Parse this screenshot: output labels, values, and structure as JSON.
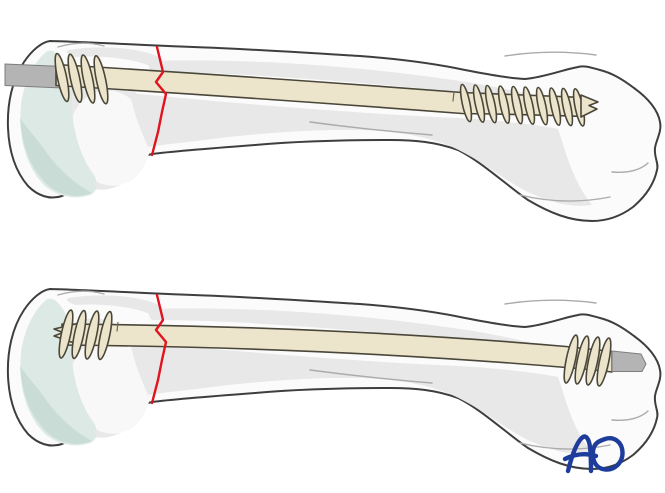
{
  "figure": {
    "type": "medical-illustration",
    "subject": "Long bone with headless intramedullary compression screw crossing a transverse neck fracture, shown with two insertion directions",
    "panels": [
      {
        "position": "top",
        "screw_entry": "left",
        "screw_tip": "right",
        "fracture_marker": "red zigzag line near left head"
      },
      {
        "position": "bottom",
        "screw_entry": "right",
        "screw_tip": "left",
        "fracture_marker": "red zigzag line near left head"
      }
    ]
  },
  "logo": {
    "text": "AO"
  },
  "colors": {
    "background": "#ffffff",
    "boneFill": "#fbfbfb",
    "boneOutline": "#3e3e3e",
    "boneShading": "#e8e8e8",
    "boneDetailStroke": "#ababab",
    "cartilageLight": "#dce9e5",
    "cartilageDark": "#c9ddd6",
    "screwFill": "#ece5cb",
    "screwOutline": "#4a473a",
    "driverGray": "#b4b4b4",
    "fractureRed": "#e2121e",
    "aoBlue": "#1d3c9c"
  }
}
